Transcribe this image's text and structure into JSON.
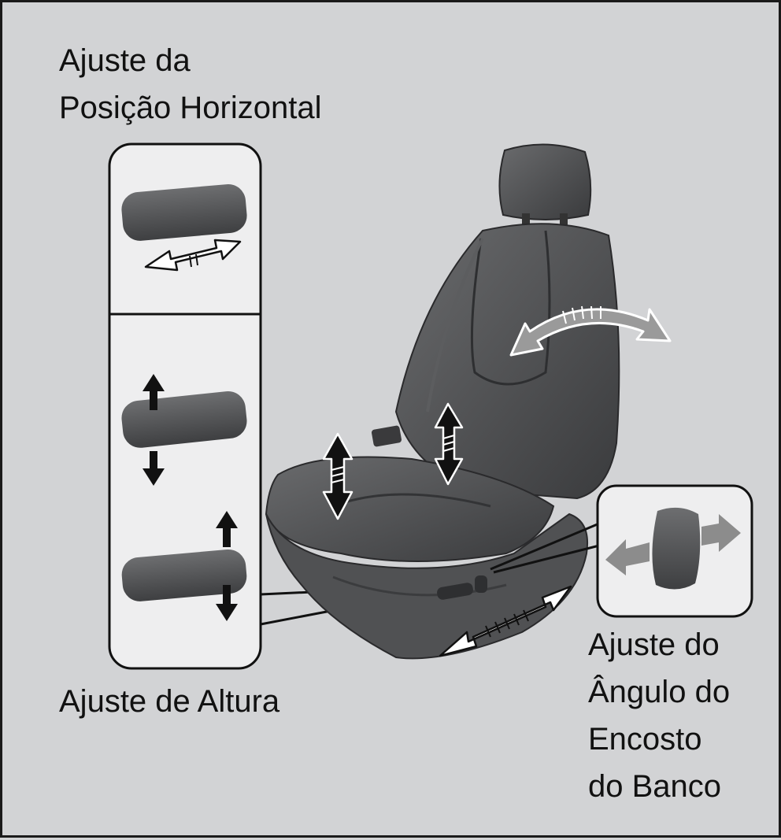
{
  "labels": {
    "horizontal_adjust": [
      "Ajuste da",
      "Posição Horizontal"
    ],
    "height_adjust": "Ajuste de Altura",
    "recline_adjust": [
      "Ajuste do",
      "Ângulo do",
      "Encosto",
      "do Banco"
    ]
  },
  "colors": {
    "background": "#d2d3d5",
    "panel": "#eeeeef",
    "seat": "#4a4b4d",
    "outline": "#111111",
    "arrow_gray": "#8c8c8c"
  }
}
